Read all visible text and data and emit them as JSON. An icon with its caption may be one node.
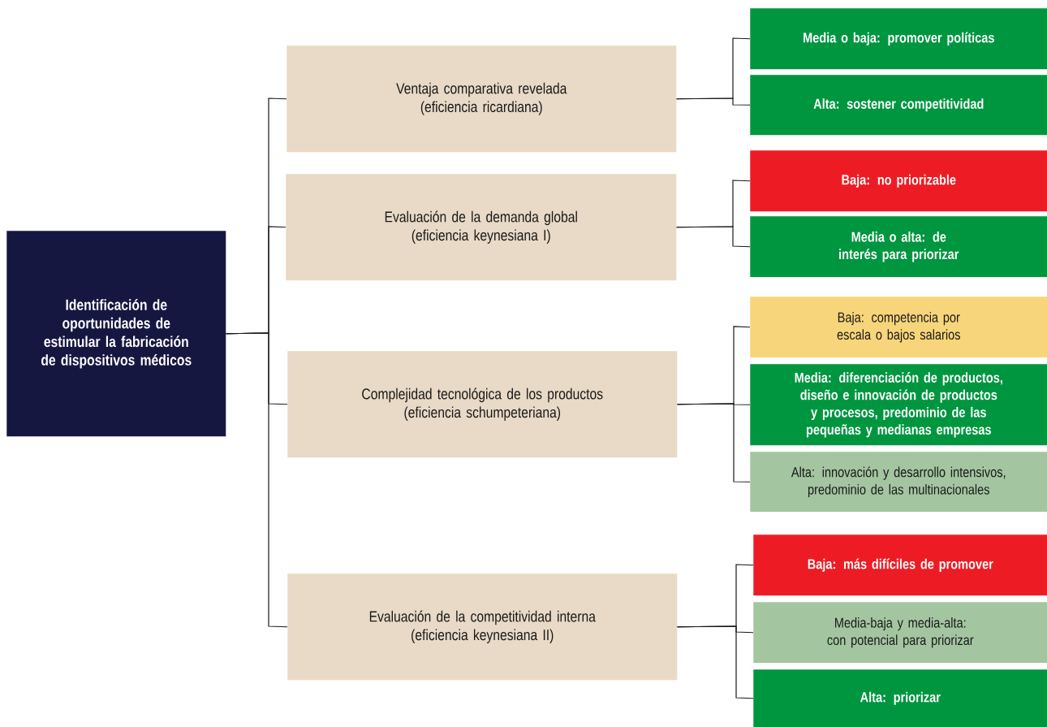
{
  "diagram": {
    "nodes": [
      {
        "text": [
          "Identificación de oportunidades de estimular la fabricación de dispositivos médicos"
        ]
      },
      {
        "text": [
          "Ventaja comparativa revelada",
          "(eficiencia ricardiana)"
        ]
      },
      {
        "text": [
          "Evaluación de la demanda global",
          "(eficiencia keynesiana I)"
        ]
      },
      {
        "text": [
          "Complejidad tecnológica de los productos",
          "(eficiencia schumpeteriana)"
        ]
      },
      {
        "text": [
          "Evaluación de la competitividad interna",
          "(eficiencia keynesiana II)"
        ]
      },
      {
        "text": [
          "Media o baja: promover políticas"
        ]
      },
      {
        "text": [
          "Alta: sostener competitividad"
        ]
      },
      {
        "text": [
          "Baja: no priorizable"
        ]
      },
      {
        "text": [
          "Media o alta: de interés para priorizar"
        ]
      },
      {
        "text": [
          "Baja: competencia por escala o bajos salarios"
        ]
      },
      {
        "text": [
          "Media: diferenciación de productos, diseño e innovación de productos y procesos, predominio de las pequeñas y medianas empresas"
        ]
      },
      {
        "text": [
          "Alta: innovación y desarrollo intensivos, predominio de las multinacionales"
        ]
      },
      {
        "text": [
          "Baja: más difíciles de promover"
        ]
      },
      {
        "text": [
          "Media-baja y media-alta: con potencial para priorizar"
        ]
      },
      {
        "text": [
          "Alta: priorizar"
        ]
      }
    ],
    "edges": [
      {
        "from": 0,
        "to": 1,
        "arrow": "none"
      },
      {
        "from": 0,
        "to": 2,
        "arrow": "none"
      },
      {
        "from": 0,
        "to": 3,
        "arrow": "none"
      },
      {
        "from": 0,
        "to": 4,
        "arrow": "none"
      },
      {
        "from": 1,
        "to": 5,
        "arrow": "none"
      },
      {
        "from": 1,
        "to": 6,
        "arrow": "none"
      },
      {
        "from": 2,
        "to": 7,
        "arrow": "none"
      },
      {
        "from": 2,
        "to": 8,
        "arrow": "none"
      },
      {
        "from": 3,
        "to": 9,
        "arrow": "none"
      },
      {
        "from": 3,
        "to": 10,
        "arrow": "none"
      },
      {
        "from": 3,
        "to": 11,
        "arrow": "none"
      },
      {
        "from": 4,
        "to": 12,
        "arrow": "none"
      },
      {
        "from": 4,
        "to": 13,
        "arrow": "none"
      },
      {
        "from": 4,
        "to": 14,
        "arrow": "none"
      }
    ]
  }
}
